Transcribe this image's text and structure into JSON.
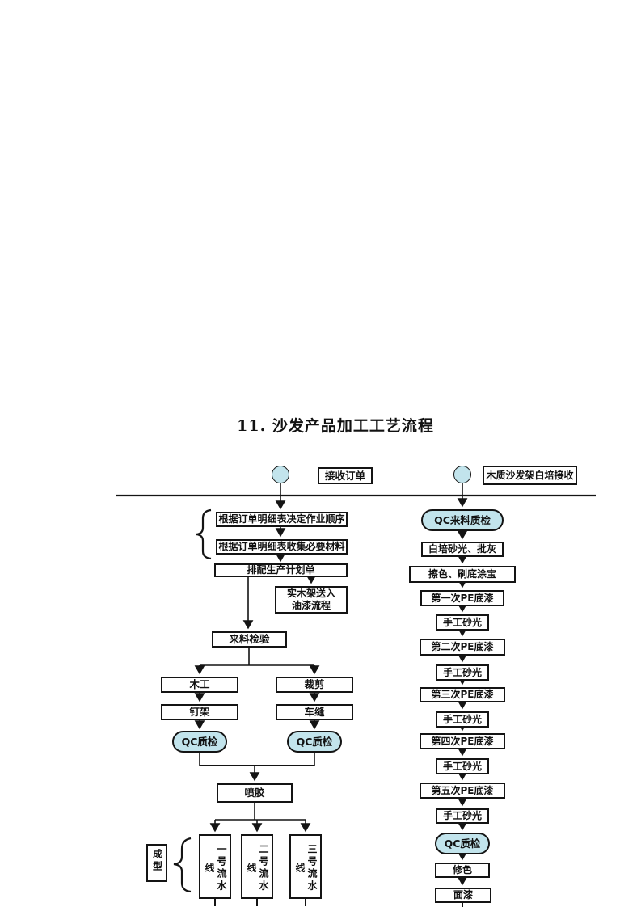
{
  "title": "11. 沙发产品加工工艺流程",
  "colors": {
    "node_fill": "#c2e4ec",
    "line": "#141414"
  },
  "flow": {
    "left": {
      "start_label": "接收订单",
      "nodes": {
        "plan1": "根据订单明细表决定作业顺序",
        "plan2": "根据订单明细表收集必要材料",
        "plan3": "排配生产计划单",
        "to_paint": [
          "实木架送入",
          "油漆流程"
        ],
        "incoming_check": "来料检验",
        "woodwork": "木工",
        "nailing": "钉架",
        "qc_wood": "QC质检",
        "cutting": "裁剪",
        "sewing": "车缝",
        "qc_sew": "QC质检",
        "glue": "喷胶",
        "forming": "成型",
        "line1": "一号流水线",
        "line2": "二号流水线",
        "line3": "三号流水线"
      }
    },
    "right": {
      "start_label": "木质沙发架白培接收",
      "nodes": {
        "qc_incoming": "QC来料质检",
        "sanding_putty": "白培砂光、批灰",
        "stain_sealer": "擦色、刷底涂宝",
        "pe1": "第一次PE底漆",
        "sand1": "手工砂光",
        "pe2": "第二次PE底漆",
        "sand2": "手工砂光",
        "pe3": "第三次PE底漆",
        "sand3": "手工砂光",
        "pe4": "第四次PE底漆",
        "sand4": "手工砂光",
        "pe5": "第五次PE底漆",
        "sand5": "手工砂光",
        "qc_final": "QC质检",
        "tinting": "修色",
        "topcoat": "面漆"
      }
    }
  }
}
